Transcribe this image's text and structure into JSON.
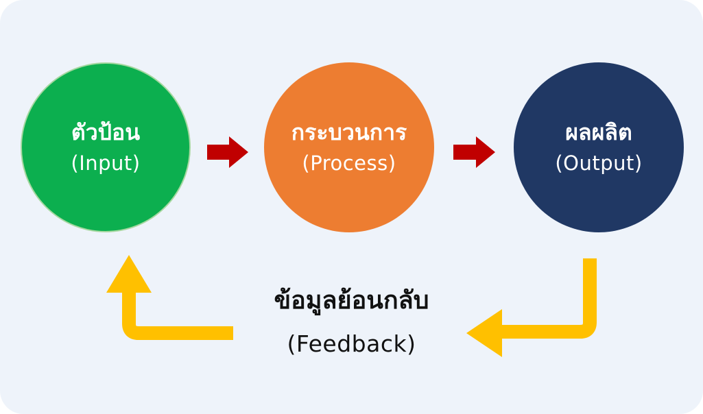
{
  "diagram": {
    "nodes": [
      {
        "title": "ตัวป้อน",
        "subtitle": "(Input)",
        "color": "#0caf4f"
      },
      {
        "title": "กระบวนการ",
        "subtitle": "(Process)",
        "color": "#ed7d31"
      },
      {
        "title": "ผลผลิต",
        "subtitle": "(Output)",
        "color": "#203864"
      }
    ],
    "feedback": {
      "title": "ข้อมูลย้อนกลับ",
      "subtitle": "(Feedback)"
    },
    "colors": {
      "background": "#eef3fa",
      "flow_arrow": "#c00000",
      "feedback_arrow": "#ffc000"
    }
  }
}
